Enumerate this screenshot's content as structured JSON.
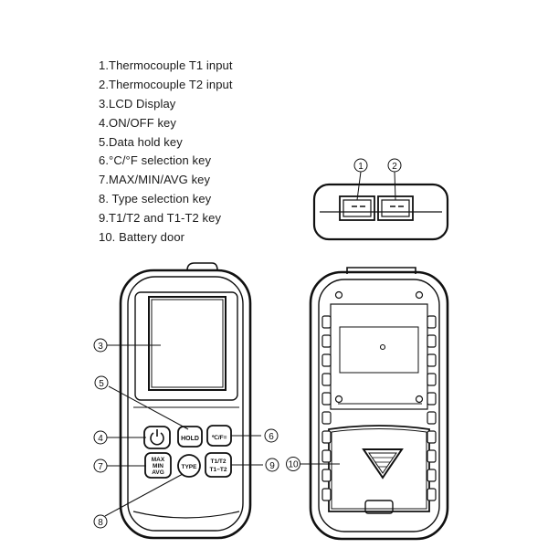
{
  "legend": [
    "1.Thermocouple T1 input",
    "2.Thermocouple T2 input",
    "3.LCD Display",
    "4.ON/OFF key",
    "5.Data  hold  key",
    "6.°C/°F  selection key",
    "7.MAX/MIN/AVG key",
    "8. Type selection key",
    "9.T1/T2 and T1-T2 key",
    "10. Battery door"
  ],
  "callouts": {
    "c1": "1",
    "c2": "2",
    "c3": "3",
    "c4": "4",
    "c5": "5",
    "c6": "6",
    "c7": "7",
    "c8": "8",
    "c9": "9",
    "c10": "10"
  },
  "keys": {
    "hold": "HOLD",
    "unit": "℃/F=",
    "max": "MAX",
    "min": "MIN",
    "avg": "AVG",
    "type": "TYPE",
    "t1t2": "T1/T2",
    "t1mt2": "T1−T2"
  },
  "icons": {
    "power": "power-icon",
    "battery_triangle": "warning-triangle-icon"
  }
}
